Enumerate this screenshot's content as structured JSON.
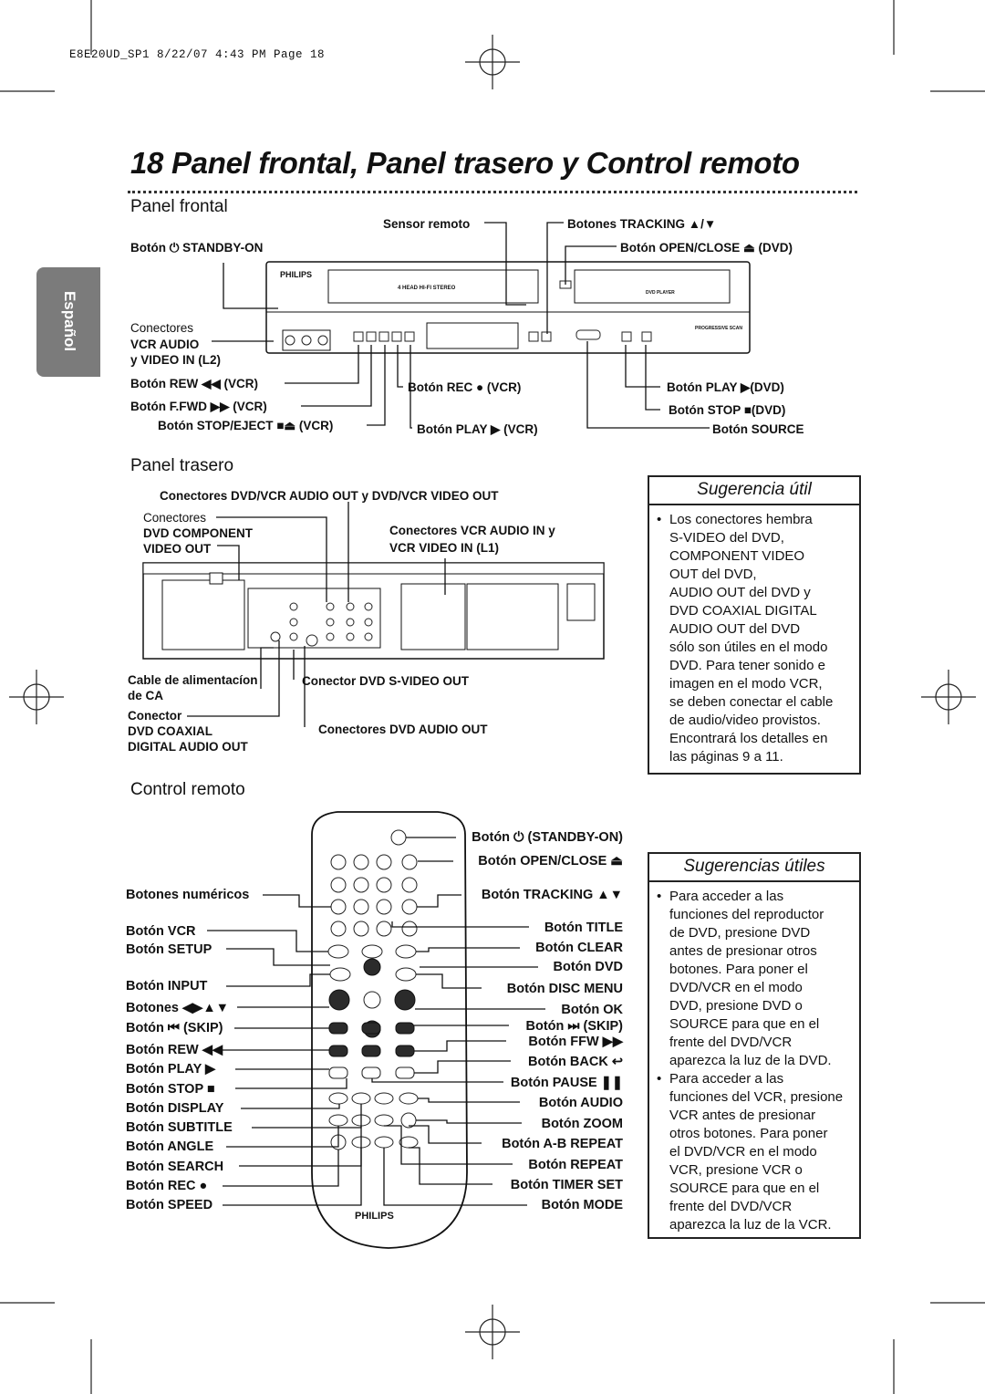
{
  "slug": "E8E20UD_SP1  8/22/07  4:43 PM  Page 18",
  "title": "18 Panel frontal, Panel trasero y Control remoto",
  "language_tab": "Español",
  "front": {
    "heading": "Panel frontal",
    "sensor": "Sensor remoto",
    "tracking": "Botones TRACKING ▲/▼",
    "standby": "Botón ⏻ STANDBY-ON",
    "open_close": "Botón OPEN/CLOSE ⏏ (DVD)",
    "conectores": "Conectores",
    "vcr_audio": "VCR AUDIO",
    "video_in": "y VIDEO IN (L2)",
    "rew": "Botón REW ◀◀ (VCR)",
    "ffwd": "Botón F.FWD ▶▶ (VCR)",
    "stop_eject": "Botón STOP/EJECT ■⏏ (VCR)",
    "rec": "Botón REC ● (VCR)",
    "play_vcr": "Botón PLAY ▶ (VCR)",
    "play_dvd": "Botón PLAY ▶(DVD)",
    "stop_dvd": "Botón STOP ■(DVD)",
    "source": "Botón SOURCE",
    "device_brand": "PHILIPS",
    "device_text_1": "4 HEAD HI-FI STEREO",
    "device_text_2": "DVD PLAYER",
    "device_text_3": "PROGRESSIVE SCAN"
  },
  "rear": {
    "heading": "Panel trasero",
    "top": "Conectores DVD/VCR AUDIO OUT y DVD/VCR VIDEO OUT",
    "comp_1": "Conectores",
    "comp_2": "DVD COMPONENT",
    "comp_3": "VIDEO OUT",
    "vcr_in_1": "Conectores VCR AUDIO IN y",
    "vcr_in_2": "VCR VIDEO IN (L1)",
    "power_1": "Cable de alimentacíon",
    "power_2": "de CA",
    "svideo": "Conector DVD S-VIDEO OUT",
    "coax_1": "Conector",
    "coax_2": "DVD COAXIAL",
    "coax_3": "DIGITAL AUDIO OUT",
    "audio_out": "Conectores DVD AUDIO OUT"
  },
  "tip1": {
    "heading": "Sugerencia útil",
    "lines": [
      "Los conectores hembra",
      "S-VIDEO del DVD,",
      "COMPONENT VIDEO",
      "OUT del DVD,",
      "AUDIO OUT del DVD y",
      "DVD COAXIAL DIGITAL",
      "AUDIO OUT del DVD",
      "sólo son útiles en el modo",
      "DVD. Para tener sonido e",
      "imagen en el modo VCR,",
      "se deben conectar el cable",
      "de audio/video provistos.",
      "Encontrará los detalles en",
      "las páginas 9 a 11."
    ]
  },
  "remote": {
    "heading": "Control remoto",
    "brand": "PHILIPS",
    "left": [
      "Botones numéricos",
      "Botón VCR",
      "Botón SETUP",
      "Botón INPUT",
      "Botones ◀▶▲▼",
      "Botón ⏮ (SKIP)",
      "Botón REW ◀◀",
      "Botón PLAY ▶",
      "Botón STOP ■",
      "Botón DISPLAY",
      "Botón SUBTITLE",
      "Botón ANGLE",
      "Botón SEARCH",
      "Botón REC ●",
      "Botón SPEED"
    ],
    "right": [
      "Botón ⏻ (STANDBY-ON)",
      "Botón OPEN/CLOSE ⏏",
      "Botón TRACKING ▲▼",
      "Botón TITLE",
      "Botón CLEAR",
      "Botón DVD",
      "Botón DISC MENU",
      "Botón OK",
      "Botón ⏭ (SKIP)",
      "Botón FFW ▶▶",
      "Botón BACK ↩",
      "Botón PAUSE ❚❚",
      "Botón AUDIO",
      "Botón ZOOM",
      "Botón A-B REPEAT",
      "Botón REPEAT",
      "Botón TIMER SET",
      "Botón MODE"
    ]
  },
  "tip2": {
    "heading": "Sugerencias útiles",
    "item1": [
      "Para acceder a las",
      "funciones del reproductor",
      "de DVD, presione DVD",
      "antes de presionar otros",
      "botones. Para poner el",
      "DVD/VCR en el modo",
      "DVD, presione DVD o",
      "SOURCE para que en el",
      "frente del DVD/VCR",
      "aparezca la luz de la DVD."
    ],
    "item2": [
      "Para acceder a las",
      "funciones del VCR, presione",
      "VCR antes de presionar",
      "otros botones. Para poner",
      "el DVD/VCR en el modo",
      "VCR, presione VCR o",
      "SOURCE para que en el",
      "frente del DVD/VCR",
      "aparezca la luz de la VCR."
    ]
  }
}
